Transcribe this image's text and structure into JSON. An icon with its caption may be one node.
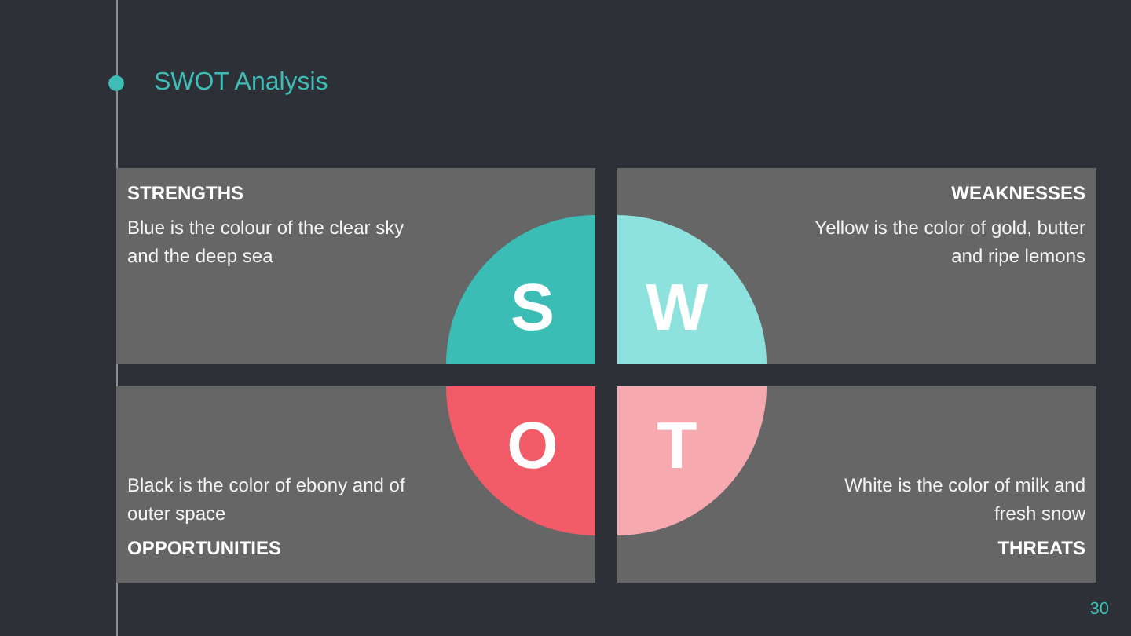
{
  "diagram": {
    "title": "SWOT Analysis",
    "nodes": [
      {
        "text": [
          "STRENGTHS",
          "Blue is the colour of the clear sky and the deep sea"
        ]
      },
      {
        "text": [
          "S"
        ],
        "in": 0
      },
      {
        "text": [
          "WEAKNESSES",
          "Yellow is the color of gold, butter and ripe lemons"
        ]
      },
      {
        "text": [
          "W"
        ],
        "in": 2
      },
      {
        "text": [
          "Black is the color of ebony and of outer space",
          "OPPORTUNITIES"
        ]
      },
      {
        "text": [
          "O"
        ],
        "in": 4
      },
      {
        "text": [
          "White is the color of milk and fresh snow",
          "THREATS"
        ]
      },
      {
        "text": [
          "T"
        ],
        "in": 6
      }
    ],
    "labels": [
      "30"
    ]
  }
}
